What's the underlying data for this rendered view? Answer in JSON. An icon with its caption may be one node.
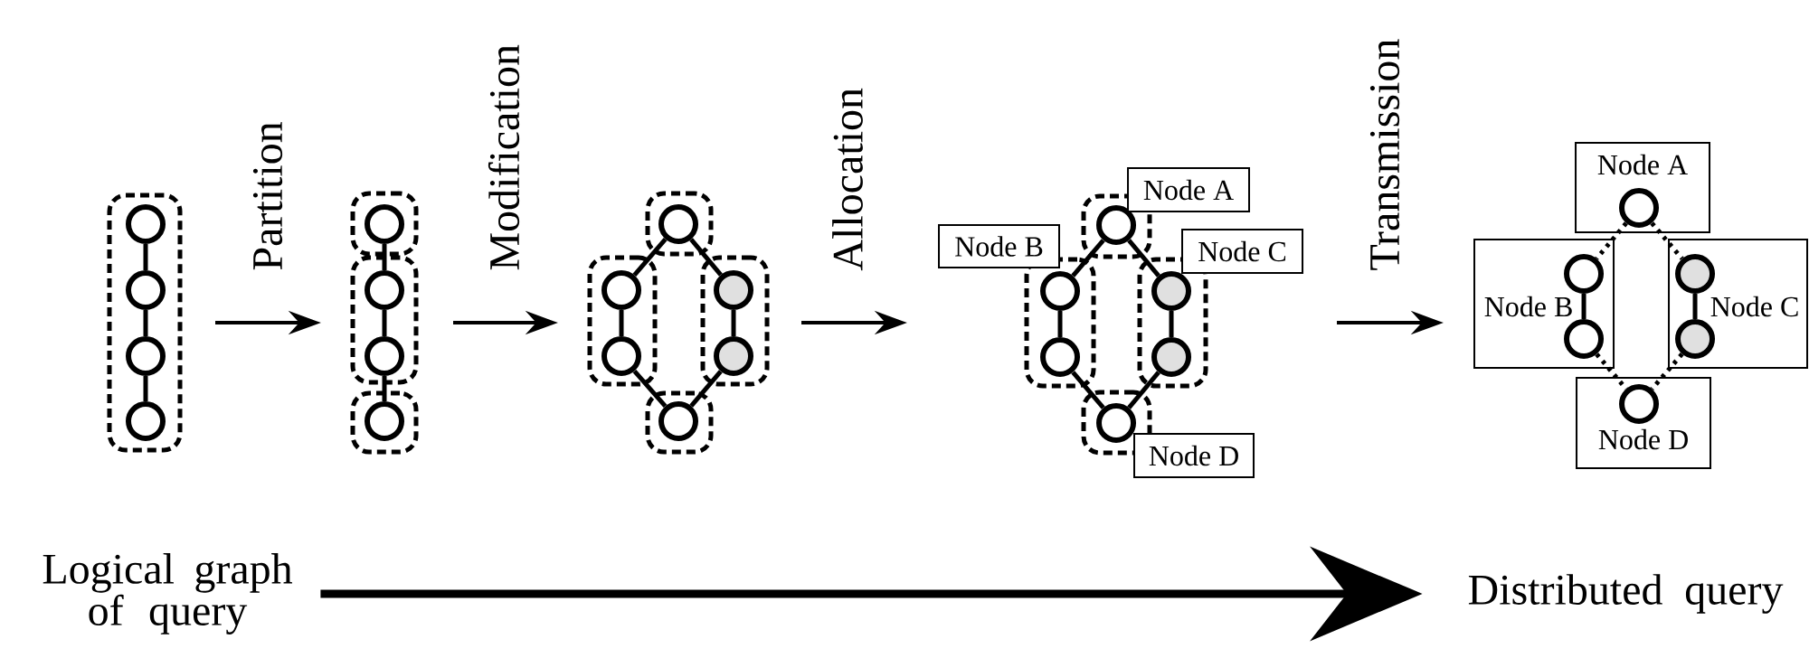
{
  "diagram": {
    "nodes": [
      {
        "text": [],
        "shape": "box"
      },
      {
        "text": [],
        "shape": "circle",
        "in": 0
      },
      {
        "text": [],
        "shape": "circle",
        "in": 0
      },
      {
        "text": [],
        "shape": "circle",
        "in": 0
      },
      {
        "text": [],
        "shape": "circle",
        "in": 0
      },
      {
        "text": [],
        "shape": "box"
      },
      {
        "text": [],
        "shape": "circle",
        "in": 5
      },
      {
        "text": [],
        "shape": "box"
      },
      {
        "text": [],
        "shape": "circle",
        "in": 7
      },
      {
        "text": [],
        "shape": "circle",
        "in": 7
      },
      {
        "text": [],
        "shape": "box"
      },
      {
        "text": [],
        "shape": "circle",
        "in": 10
      },
      {
        "text": [],
        "shape": "box"
      },
      {
        "text": [],
        "shape": "circle",
        "in": 12
      },
      {
        "text": [],
        "shape": "box"
      },
      {
        "text": [],
        "shape": "circle",
        "in": 14
      },
      {
        "text": [],
        "shape": "circle",
        "in": 14
      },
      {
        "text": [],
        "shape": "box"
      },
      {
        "text": [],
        "shape": "circle",
        "in": 17
      },
      {
        "text": [],
        "shape": "circle",
        "in": 17
      },
      {
        "text": [],
        "shape": "box"
      },
      {
        "text": [],
        "shape": "circle",
        "in": 20
      },
      {
        "text": [],
        "shape": "box"
      },
      {
        "text": [],
        "shape": "circle",
        "in": 22
      },
      {
        "text": [],
        "shape": "box"
      },
      {
        "text": [],
        "shape": "circle",
        "in": 24
      },
      {
        "text": [],
        "shape": "circle",
        "in": 24
      },
      {
        "text": [],
        "shape": "box"
      },
      {
        "text": [],
        "shape": "circle",
        "in": 27
      },
      {
        "text": [],
        "shape": "circle",
        "in": 27
      },
      {
        "text": [],
        "shape": "box"
      },
      {
        "text": [],
        "shape": "circle",
        "in": 30
      },
      {
        "text": [
          "Node A"
        ]
      },
      {
        "text": [
          "Node B"
        ]
      },
      {
        "text": [
          "Node C"
        ]
      },
      {
        "text": [
          "Node D"
        ]
      },
      {
        "text": [
          "Node A"
        ]
      },
      {
        "text": [],
        "shape": "circle",
        "in": 36
      },
      {
        "text": [
          "Node B"
        ]
      },
      {
        "text": [],
        "shape": "circle",
        "in": 38
      },
      {
        "text": [],
        "shape": "circle",
        "in": 38
      },
      {
        "text": [
          "Node C"
        ]
      },
      {
        "text": [],
        "shape": "circle",
        "in": 41
      },
      {
        "text": [],
        "shape": "circle",
        "in": 41
      },
      {
        "text": [
          "Node D"
        ]
      },
      {
        "text": [],
        "shape": "circle",
        "in": 44
      },
      {
        "text": [
          "Logical graph of query"
        ]
      },
      {
        "text": [
          "Distributed query"
        ]
      }
    ],
    "edges": [
      {
        "from": 1,
        "to": 2,
        "arrow": "none"
      },
      {
        "from": 2,
        "to": 3,
        "arrow": "none"
      },
      {
        "from": 3,
        "to": 4,
        "arrow": "none"
      },
      {
        "from": 6,
        "to": 8,
        "arrow": "none"
      },
      {
        "from": 8,
        "to": 9,
        "arrow": "none"
      },
      {
        "from": 9,
        "to": 11,
        "arrow": "none"
      },
      {
        "from": 13,
        "to": 15,
        "arrow": "none"
      },
      {
        "from": 13,
        "to": 18,
        "arrow": "none"
      },
      {
        "from": 15,
        "to": 16,
        "arrow": "none"
      },
      {
        "from": 18,
        "to": 19,
        "arrow": "none"
      },
      {
        "from": 16,
        "to": 21,
        "arrow": "none"
      },
      {
        "from": 19,
        "to": 21,
        "arrow": "none"
      },
      {
        "from": 23,
        "to": 25,
        "arrow": "none"
      },
      {
        "from": 23,
        "to": 28,
        "arrow": "none"
      },
      {
        "from": 25,
        "to": 26,
        "arrow": "none"
      },
      {
        "from": 28,
        "to": 29,
        "arrow": "none"
      },
      {
        "from": 26,
        "to": 31,
        "arrow": "none"
      },
      {
        "from": 29,
        "to": 31,
        "arrow": "none"
      },
      {
        "from": 37,
        "to": 39,
        "arrow": "none",
        "style": "dashed"
      },
      {
        "from": 37,
        "to": 42,
        "arrow": "none",
        "style": "dashed"
      },
      {
        "from": 39,
        "to": 40,
        "arrow": "none"
      },
      {
        "from": 42,
        "to": 43,
        "arrow": "none"
      },
      {
        "from": 40,
        "to": 45,
        "arrow": "none",
        "style": "dashed"
      },
      {
        "from": 43,
        "to": 45,
        "arrow": "none",
        "style": "dashed"
      },
      {
        "from": 46,
        "to": 47,
        "arrow": "to",
        "style": "thick"
      }
    ],
    "labels": [
      "Partition",
      "Modification",
      "Allocation",
      "Transmission"
    ]
  }
}
